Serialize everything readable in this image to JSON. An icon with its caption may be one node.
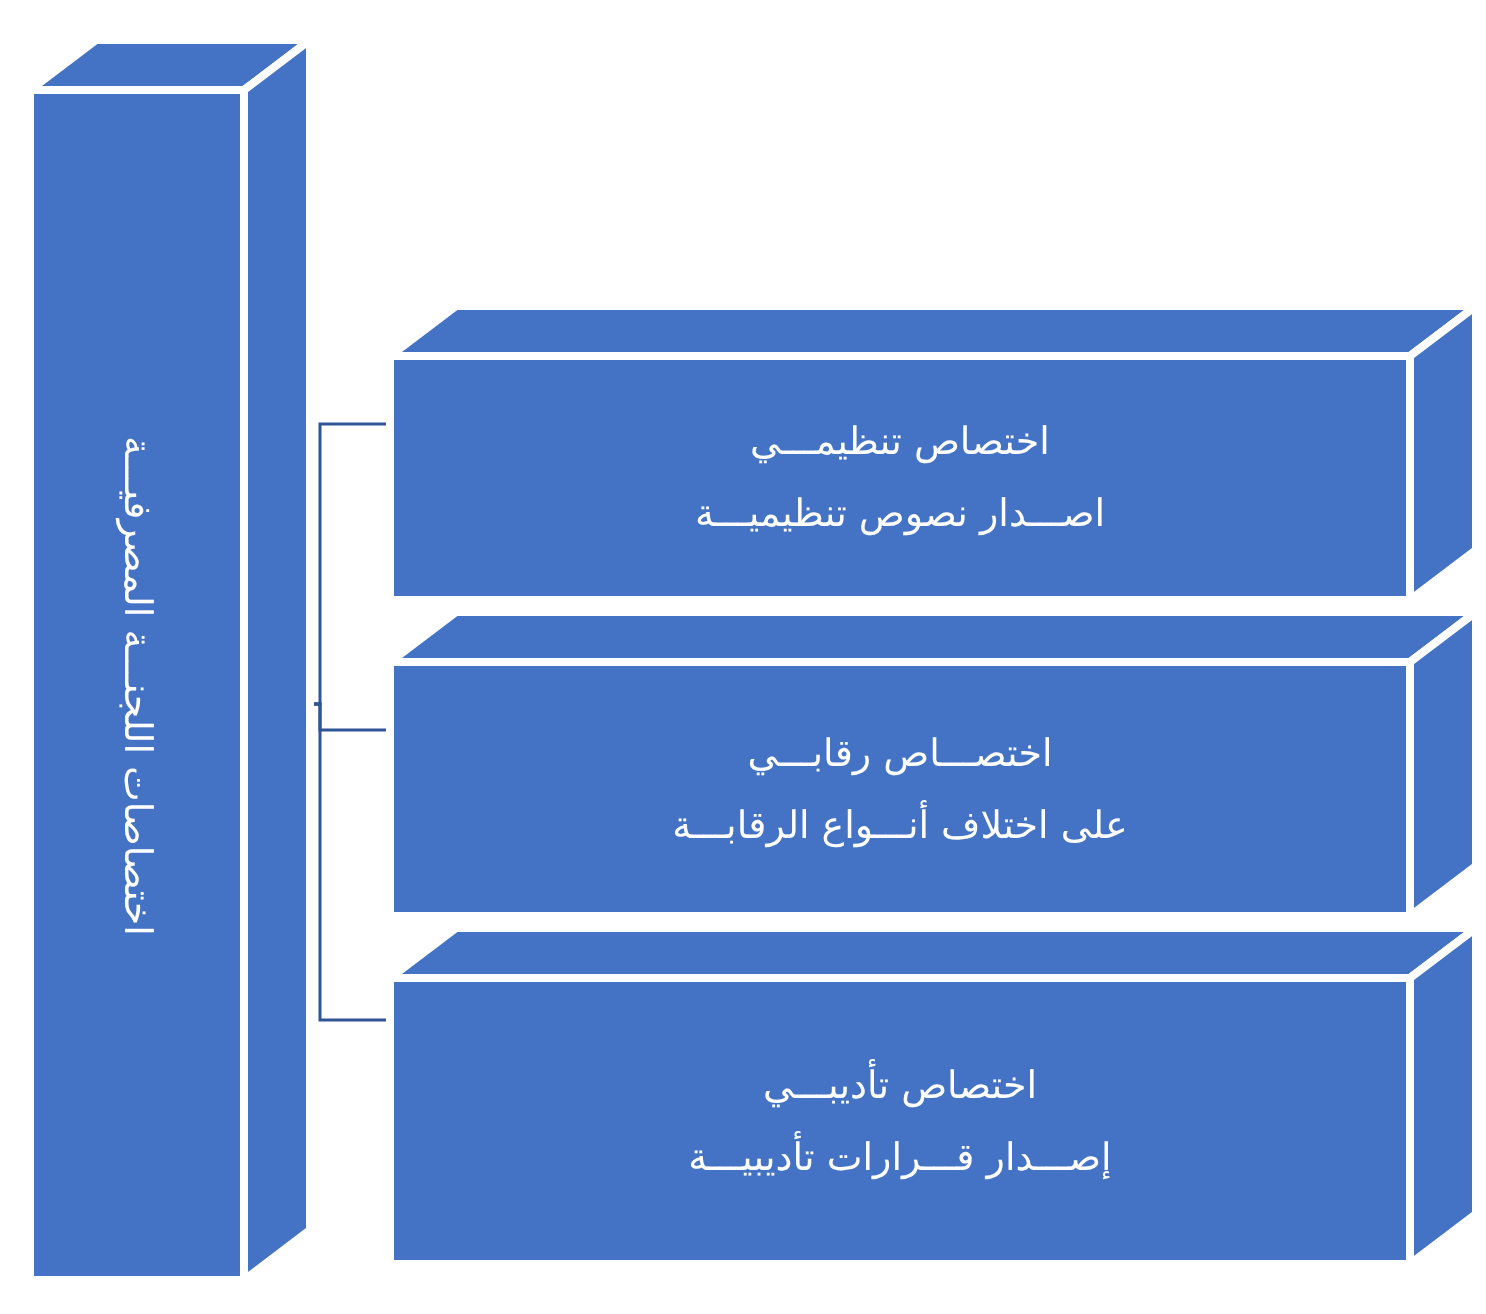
{
  "diagram": {
    "nodes": [
      {
        "text": [
          "اختصاصات اللجنـــة المصرفيـــة"
        ]
      },
      {
        "text": [
          "اختصاص تنظيمـــي",
          "اصـــدار نصوص تنظيميـــة"
        ]
      },
      {
        "text": [
          "اختصـــاص رقابـــي",
          "على اختلاف أنـــواع الرقابـــة"
        ]
      },
      {
        "text": [
          "اختصاص تأديبـــي",
          "إصـــدار قـــرارات تأديبيـــة"
        ]
      }
    ],
    "edges": [
      {
        "from": 0,
        "to": 1,
        "arrow": "none"
      },
      {
        "from": 0,
        "to": 2,
        "arrow": "none"
      },
      {
        "from": 0,
        "to": 3,
        "arrow": "none"
      }
    ]
  }
}
